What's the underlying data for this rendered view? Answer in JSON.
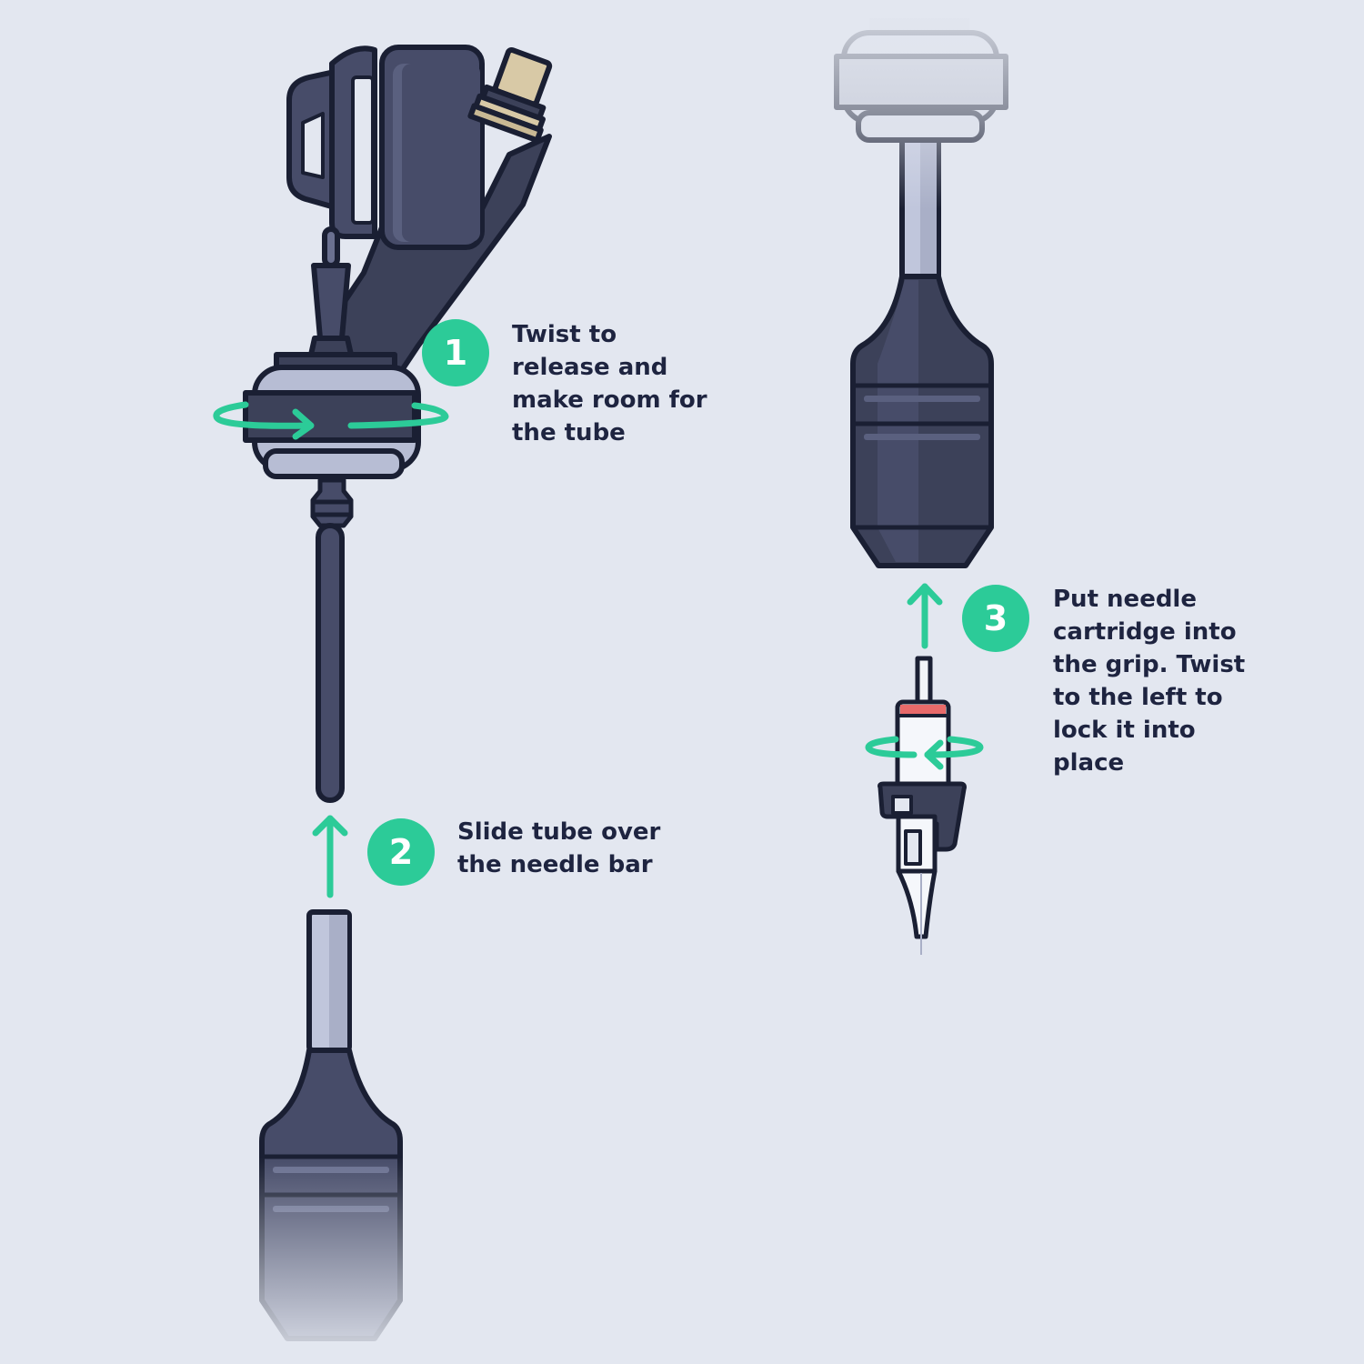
{
  "colors": {
    "background": "#e3e7f0",
    "accent_green": "#2ccb98",
    "outline_dark": "#1a1f33",
    "body_dark": "#3c4159",
    "body_mid": "#474c69",
    "metal_light": "#c0c6dc",
    "brass": "#d8c9a6",
    "cartridge_red": "#e86a6a",
    "text": "#1e2440"
  },
  "steps": [
    {
      "number": "1",
      "lines": [
        "Twist to",
        "release and",
        "make room for",
        "the tube"
      ],
      "icon": "twist-right-arrow-icon"
    },
    {
      "number": "2",
      "lines": [
        "Slide tube over",
        "the needle bar"
      ],
      "icon": "arrow-up-icon"
    },
    {
      "number": "3",
      "lines": [
        "Put needle",
        "cartridge into",
        "the grip. Twist",
        "to the left to",
        "lock it into",
        "place"
      ],
      "icon": "twist-left-arrow-icon"
    }
  ]
}
